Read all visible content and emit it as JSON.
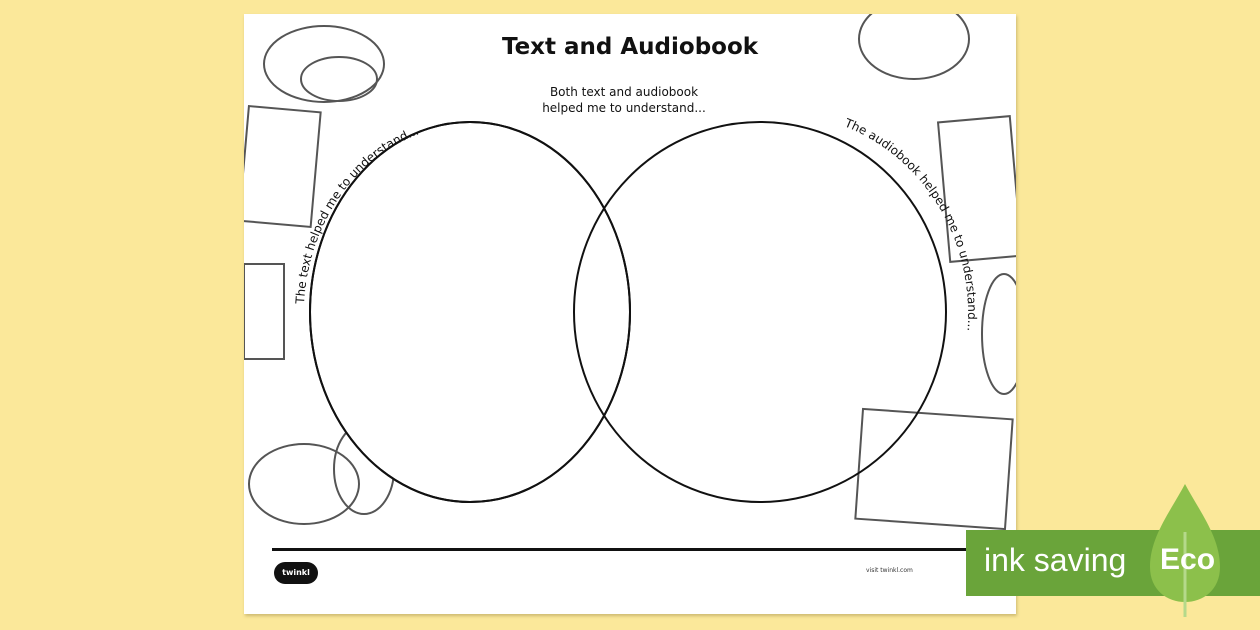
{
  "worksheet": {
    "title": "Text and Audiobook",
    "both_label": "Both text and audiobook helped me to understand...",
    "left_label": "The text helped me to understand...",
    "right_label": "The audiobook helped me to understand...",
    "logo_text": "twinkl",
    "footer_url": "visit twinkl.com"
  },
  "badge": {
    "label": "ink saving",
    "eco": "Eco",
    "color": "#6aa43a"
  }
}
